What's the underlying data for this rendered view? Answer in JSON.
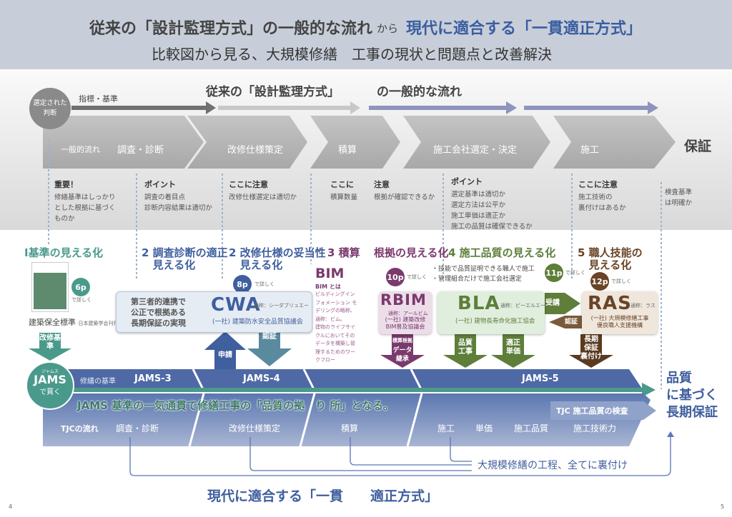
{
  "header": {
    "title_left": "従来の「設計監理方式」の一般的な流れ",
    "title_mid": "から",
    "title_right": "現代に適合する「一貫適正方式」",
    "subtitle": "比較図から見る、大規模修繕　工事の現状と問題点と改善解決"
  },
  "traditional": {
    "title_a": "従来の「設計監理方式」",
    "title_b": "の一般的な流れ",
    "circle": [
      "選定された",
      "判断"
    ],
    "indicator": "指標・基準",
    "flow_label": "一般的流れ",
    "steps": [
      "調査・診断",
      "改修仕様策定",
      "積算",
      "施工会社選定・決定",
      "施工"
    ],
    "end": "保証",
    "notes": [
      {
        "heading": "重要！",
        "lines": [
          "修繕基準はしっかり",
          "とした根拠に基づく",
          "ものか"
        ]
      },
      {
        "heading": "ポイント",
        "lines": [
          "調査の着目点",
          "診断内容結果は適切か"
        ]
      },
      {
        "heading": "ここに注意",
        "lines": [
          "改修仕様選定は適切か"
        ]
      },
      {
        "heading": "ここに",
        "lines": [
          "積算数量"
        ]
      },
      {
        "heading": "注意",
        "lines": [
          "根拠が確認できるか"
        ]
      },
      {
        "heading": "ポイント",
        "lines": [
          "選定基準は適切か",
          "選定方法は公平か",
          "施工単価は適正か",
          "施工の品質は確保できるか"
        ]
      },
      {
        "heading": "ここに注意",
        "lines": [
          "施工技術の",
          "裏付けはあるか"
        ]
      },
      {
        "heading": "",
        "lines": [
          "検査基準",
          "は明確か"
        ]
      }
    ]
  },
  "visualize": {
    "s1": {
      "num": "I",
      "title": "基準の見える化",
      "badge": "6p",
      "detail": "で詳しく",
      "book": "建築保全標準",
      "book_pub": "日本建築学会刊行",
      "arrow": "改修基準"
    },
    "s2a": {
      "num": "2",
      "title1": "調査診断の適正",
      "title2": "見える化"
    },
    "s2b": {
      "num": "2",
      "title1": "改修仕様の妥当性",
      "title2": "見える化",
      "badge": "8p",
      "detail": "で詳しく"
    },
    "cwa": {
      "slogan": [
        "第三者的連携で",
        "公正で根拠ある",
        "長期保証の実現"
      ],
      "logo": "CWA",
      "reading": "通称：シーダブリュエー",
      "org": "(一社) 建築防水安全品質協議会",
      "up": "申請",
      "down": "認証"
    },
    "s3": {
      "num": "3",
      "title": "積算",
      "bim": "BIM",
      "bim_head": "BIM とは",
      "bim_text": [
        "ビルディングイン",
        "フォメーション モ",
        "デリングの略称、",
        "通称：ビム。",
        "建物のライフサイ",
        "クルにおいてその",
        "データを構築し管",
        "理するためのワー",
        "クフロー"
      ]
    },
    "rbim": {
      "title": "根拠の見える化",
      "badge": "10p",
      "detail": "で詳しく",
      "logo": "RBIM",
      "reading": "通称：アールビム",
      "org": [
        "(一社) 建築改修",
        "BIM普及協議会"
      ],
      "arrow_top": "積算根拠",
      "arrow": [
        "データ",
        "継承"
      ]
    },
    "s4": {
      "num": "4",
      "title": "施工品質の見える化",
      "bullets": [
        "・技能で品質証明できる職人で施工",
        "・管理組合だけで施工会社選定"
      ],
      "badge": "11p",
      "detail": "で詳しく",
      "logo": "BLA",
      "reading": "通称：ビーエルエー",
      "org": "(一社) 建物長寿命化施工協会",
      "arrow1": [
        "品質",
        "工事"
      ],
      "arrow2": [
        "適正",
        "単価"
      ],
      "to_ras": "受講",
      "from_ras": "認証"
    },
    "s5": {
      "num": "5",
      "title1": "職人技能の",
      "title2": "見える化",
      "badge": "12p",
      "detail": "で詳しく",
      "logo": "RAS",
      "reading": "通称：ラス",
      "org": [
        "(一社) 大規模修繕工事",
        "優良職人支援機構"
      ],
      "arrow": [
        "長期",
        "保証",
        "裏付け"
      ]
    }
  },
  "jams": {
    "circle_top": "ジャムス",
    "circle_logo": "JAMS",
    "circle_bottom": "で貫く",
    "basis": "修繕の基準",
    "j3": "JAMS-3",
    "j4": "JAMS-4",
    "j5": "JAMS-5",
    "slogan": "JAMS 基準の一気通貫で修繕工事の「品質の拠　り 所」となる。",
    "inspect": "TJC 施工品質の検査",
    "tjc_flow": "TJCの流れ",
    "steps": [
      "調査・診断",
      "改修仕様策定",
      "積算",
      "施工",
      "単価",
      "施工品質",
      "施工技術力"
    ],
    "backing": "大規模修繕の工程、全てに裏付け",
    "result": [
      "品質",
      "に基づく",
      "長期保証"
    ]
  },
  "footer": {
    "title": "現代に適合する「一貫　　適正方式」",
    "page_left": "4",
    "page_right": "5"
  },
  "colors": {
    "teal": "#4a9a8c",
    "navy": "#3f5f9e",
    "purple": "#7a3a6e",
    "green": "#5e7e3a",
    "brown": "#6a4426",
    "gray": "#8a8a8a"
  }
}
